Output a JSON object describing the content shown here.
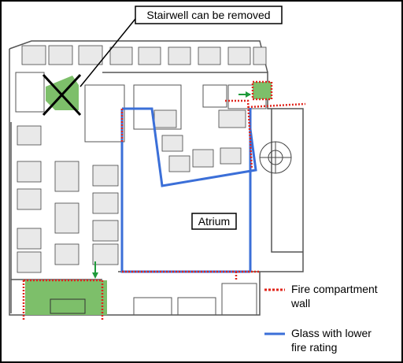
{
  "callout": {
    "text": "Stairwell can be removed"
  },
  "atrium": {
    "label": "Atrium"
  },
  "legend": [
    {
      "id": "fire",
      "lines": [
        "Fire compartment",
        "wall"
      ],
      "color": "#e0241b",
      "style": "dotted"
    },
    {
      "id": "glass",
      "lines": [
        "Glass with lower",
        "fire rating"
      ],
      "color": "#3b6fd8",
      "style": "solid"
    }
  ],
  "colors": {
    "stair_fill": "#7dbf6a",
    "arrow": "#1f9a3a",
    "cross": "#000000"
  }
}
